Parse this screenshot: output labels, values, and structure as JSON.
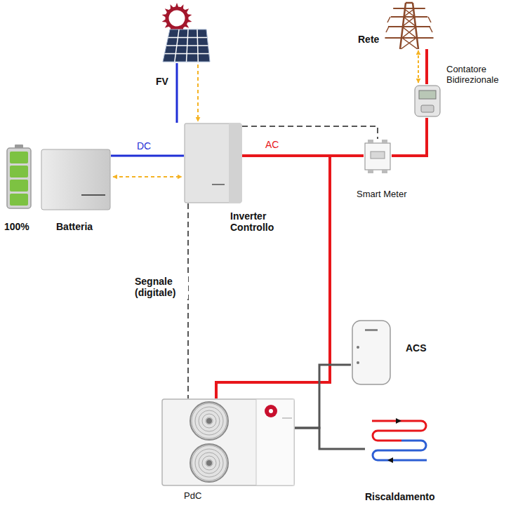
{
  "diagram": {
    "nodes": [
      {
        "text": [
          "FV"
        ]
      },
      {
        "text": [
          "Batteria"
        ]
      },
      {
        "text": [
          "Inverter Controllo"
        ]
      },
      {
        "text": [
          "Smart Meter"
        ]
      },
      {
        "text": [
          "Contatore Bidirezionale"
        ]
      },
      {
        "text": [
          "Rete"
        ]
      },
      {
        "text": [
          "PdC"
        ]
      },
      {
        "text": [
          "ACS"
        ]
      },
      {
        "text": [
          "Riscaldamento"
        ]
      }
    ],
    "edges": [
      {
        "from": 0,
        "to": 2,
        "arrow": "none"
      },
      {
        "from": 0,
        "to": 2,
        "arrow": "to"
      },
      {
        "from": 1,
        "to": 2,
        "label": "DC",
        "arrow": "none"
      },
      {
        "from": 1,
        "to": 2,
        "arrow": "both"
      },
      {
        "from": 2,
        "to": 3,
        "label": "AC",
        "arrow": "none"
      },
      {
        "from": 2,
        "to": 3,
        "arrow": "none"
      },
      {
        "from": 3,
        "to": 4,
        "arrow": "none"
      },
      {
        "from": 4,
        "to": 5,
        "arrow": "none"
      },
      {
        "from": 4,
        "to": 5,
        "arrow": "both"
      },
      {
        "from": 2,
        "to": 6,
        "label": "Segnale (digitale)",
        "arrow": "none"
      },
      {
        "from": 2,
        "to": 6,
        "arrow": "none"
      },
      {
        "from": 6,
        "to": 7,
        "arrow": "none"
      },
      {
        "from": 6,
        "to": 8,
        "arrow": "none"
      }
    ],
    "labels": [
      "100%"
    ]
  }
}
